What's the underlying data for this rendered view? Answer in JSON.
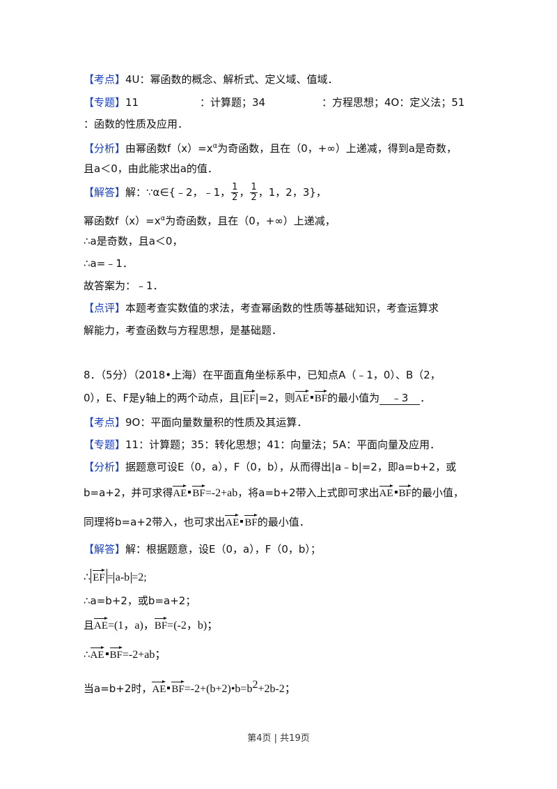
{
  "labels": {
    "kaodian": "【考点】",
    "zhuanti": "【专题】",
    "fenxi": "【分析】",
    "jieda": "【解答】",
    "dianping": "【点评】"
  },
  "prev": {
    "kaodian": "4U：幂函数的概念、解析式、定义域、值域．",
    "zhuanti_1": "11",
    "zhuanti_2": "：计算题；34",
    "zhuanti_3": "：方程思想；4O：定义法；51",
    "zhuanti_cont": "：函数的性质及应用．",
    "fenxi_1": "由幂函数f（x）=x",
    "fenxi_sup": "α",
    "fenxi_2": "为奇函数，且在（0，+∞）上递减，得到a是奇数，",
    "fenxi_cont": "且a＜0，由此能求出a的值．",
    "jieda_1": "解：∵α∈{﹣2，﹣1，",
    "frac_num": "1",
    "frac_den": "2",
    "jieda_2": "，",
    "jieda_3": "，1，2，3}，",
    "jieda_l2a": "幂函数f（x）=x",
    "jieda_l2b": "为奇函数，且在（0，+∞）上递减，",
    "jieda_l3": "∴a是奇数，且a＜0，",
    "jieda_l4": "∴a=﹣1．",
    "jieda_l5": "故答案为：﹣1．",
    "dianping_1": "本题考查实数值的求法，考查幂函数的性质等基础知识，考查运算求",
    "dianping_2": "解能力，考查函数与方程思想，是基础题．"
  },
  "q8": {
    "line1": "8．（5分）（2018•上海）在平面直角坐标系中，已知点A（﹣1，0）、B（2，",
    "line2a": "0），E、F是y轴上的两个动点，且|",
    "line2b": "|=2，则",
    "line2c": "的最小值为",
    "answer": "﹣3",
    "line2d": "．",
    "vec_ae": "AE",
    "vec_bf": "BF",
    "vec_ef": "EF",
    "kaodian": "9O：平面向量数量积的性质及其运算．",
    "zhuanti": "11：计算题；35：转化思想；41：向量法；5A：平面向量及应用．",
    "fenxi_1": "据题意可设E（0，a），F（0，b），从而得出|a﹣b|=2，即a=b+2，或",
    "fenxi_2a": "b=a+2，并可求得",
    "fenxi_2b": "=-2+ab",
    "fenxi_2c": "，将a=b+2带入上式即可求出",
    "fenxi_2d": "的最小值，",
    "fenxi_3a": "同理将b=a+2带入，也可求出",
    "fenxi_3b": "的最小值．",
    "jieda_1": "解：根据题意，设E（0，a），F（0，b）；",
    "jieda_2a": "∴",
    "jieda_2b": "=",
    "jieda_2c": "a-b",
    "jieda_2d": "=2;",
    "jieda_3": "∴a=b+2，或b=a+2；",
    "jieda_4a": "且",
    "jieda_4b": "=(1，a)，",
    "jieda_4c": "=(-2，b)；",
    "jieda_5a": "∴",
    "jieda_5b": "=-2+ab；",
    "jieda_6a": "当a=b+2时，",
    "jieda_6b": "=-2+(b+2)•b=b",
    "jieda_6sup": "2",
    "jieda_6c": "+2b-2；"
  },
  "footer": "第4页 | 共19页"
}
